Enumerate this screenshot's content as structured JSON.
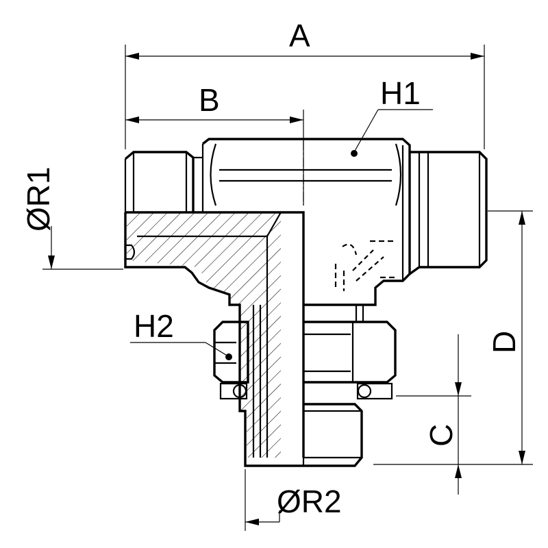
{
  "labels": {
    "A": "A",
    "B": "B",
    "C": "C",
    "D": "D",
    "H1": "H1",
    "H2": "H2",
    "R1": "ØR1",
    "R2": "ØR2"
  }
}
